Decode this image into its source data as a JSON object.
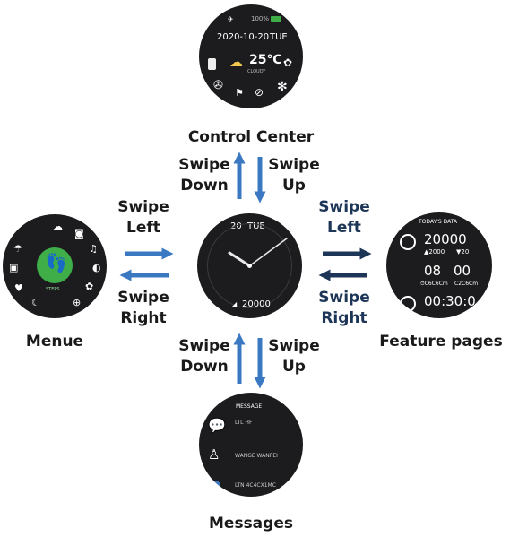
{
  "control_center": {
    "status_battery": "100%",
    "date": "2020-10-20",
    "weekday": "TUE",
    "temperature": "25℃",
    "weather": "CLOUDY",
    "icons": [
      "battery-icon",
      "weather-cloud-icon",
      "settings-icon",
      "film-icon",
      "flashlight-icon",
      "no-disturb-icon",
      "brightness-icon"
    ],
    "caption": "Control Center"
  },
  "menu": {
    "center_label": "STEPS",
    "caption": "Menue",
    "icons": [
      "chat-icon",
      "camera-icon",
      "music-icon",
      "blood-pressure-icon",
      "settings-icon",
      "gamepad-icon",
      "moon-icon",
      "heart-icon",
      "dumbbell-icon",
      "cloud-icon"
    ]
  },
  "home": {
    "day": "20",
    "weekday": "TUE",
    "steps": "20000"
  },
  "feature": {
    "header": "TODAY'S DATA",
    "steps": "20000",
    "steps_up": "▲2000",
    "steps_down": "▼20",
    "time_h": "08",
    "time_m": "00",
    "sub_left": "⏱C6C6Cm",
    "sub_right": "C2C6Cm",
    "duration": "00:30:0",
    "caption": "Feature pages"
  },
  "messages": {
    "header": "MESSAGE",
    "items": [
      "LTL HF",
      "WANGE WANPEI",
      "LTN 4C4CX1MC"
    ],
    "caption": "Messages"
  },
  "gestures": {
    "top_left": [
      "Swipe",
      "Down"
    ],
    "top_right": [
      "Swipe",
      "Up"
    ],
    "left_top": [
      "Swipe",
      "Left"
    ],
    "left_bottom": [
      "Swipe",
      "Right"
    ],
    "right_top": [
      "Swipe",
      "Left"
    ],
    "right_bottom": [
      "Swipe",
      "Right"
    ],
    "bottom_left": [
      "Swipe",
      "Down"
    ],
    "bottom_right": [
      "Swipe",
      "Up"
    ]
  },
  "colors": {
    "arrow_blue": "#3a78c2",
    "arrow_navy": "#1d3557",
    "watch_bg": "#1c1c1e",
    "step_green": "#3fae49"
  }
}
